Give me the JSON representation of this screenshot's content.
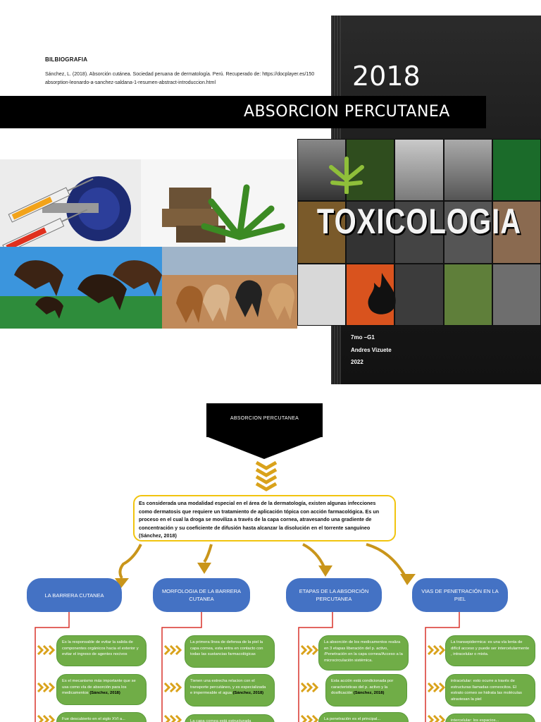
{
  "cover": {
    "bibliography_title": "BILBIOGRAFIA",
    "bibliography_text": "Sánchez, L. (2018). Absorción cutánea. Sociedad peruana de dermatología. Perú. Recuperado de: https://docplayer.es/150 \nabsorption-leonardo-a-sanchez-saldana-1-resumen-abstract-introduccion.html",
    "year": "2018",
    "title": "ABSORCION PERCUTANEA",
    "banner_word": "TOXICOLOGIA",
    "info_lines": [
      "7mo –G1",
      "Andres Vizuete",
      "2022"
    ]
  },
  "diagram": {
    "top_label": "ABSORCION PERCUTANEA",
    "intro": "Es considerada una modalidad especial en el área de la dermatología, existen algunas infecciones como dermatosis que requiere un tratamiento de aplicación tópica con acción farmacológica. Es un proceso en el cual la droga se moviliza a través de la capa cornea, atravesando una gradiente de concentración y su coeficiente de difusión hasta alcanzar la disolución en el torrente sanguíneo (Sánchez, 2018)",
    "categories": [
      "LA BARRERA CUTANEA",
      "MORFOLOGIA DE LA BARRERA CUTANEA",
      "ETAPAS DE LA ABSORCIÓN PERCUTANEA",
      "VIAS DE PENETRACIÓN EN LA PIEL"
    ],
    "notes": {
      "col1": [
        "Es la responsable de evitar la salida de componentes orgánicos hacia el exterior y evitar el ingreso de agentes nocivos",
        "Es el mecanismo más importante que se usa como vía de absorción para los medicamentos",
        "(Sánchez, 2018)",
        "Fue descubierto en el siglo XVI a..."
      ],
      "col2": [
        "La primera línea de defensa de la piel la capa cornea, esta entra en contacto con todas las sustancias farmacológicas",
        "Tienen una estrecha relacion con el transporte percutáneo, y es especializada e impermeable el agua",
        "(Sánchez, 2018)",
        "La capa cornea está estructurada"
      ],
      "col3": [
        "La absorción de los medicamentos realiza en 3 etapas liberación del p. activo, /Penetración en la capa cornea/Acceso a la microcirculación sistémica.",
        "Esta acción está condicionada por caracteristicas del p. activo y la dosificación",
        "(Sánchez, 2018)",
        "La penetración es el principal..."
      ],
      "col4": [
        "La transepidermica: es una vía lenta de difícil acceso y puede ser intercelularmente , intracelular o mixta.",
        "intracelular: esto ocurre a través de estructuras llamadas corneocitos. El estrato corneo se hidrata las moléculas atraviesan la piel",
        "intercelular: los espacios..."
      ]
    }
  }
}
